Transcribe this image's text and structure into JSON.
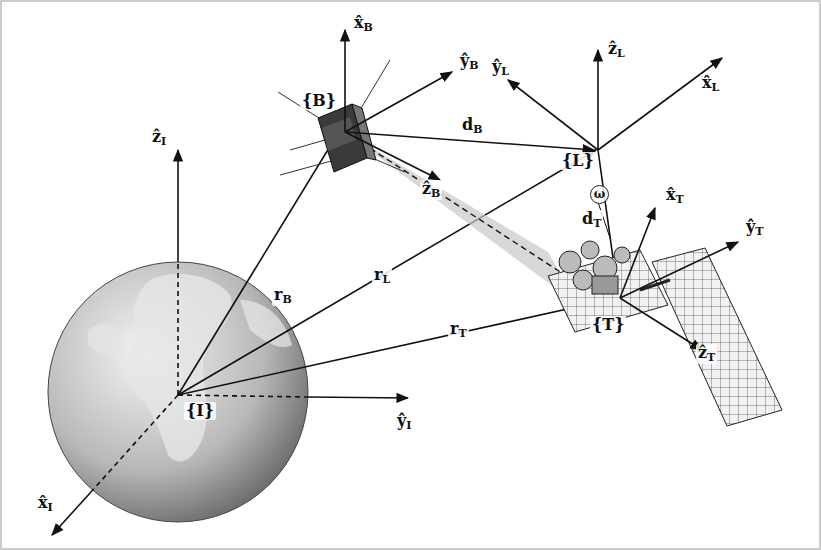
{
  "diagram": {
    "labels": [
      "ẑI",
      "ŷI",
      "x̂I",
      "{I}",
      "rB",
      "rL",
      "rT",
      "x̂B",
      "ŷB",
      "ẑB",
      "{B}",
      "dB",
      "ẑL",
      "ŷL",
      "x̂L",
      "{L}",
      "dT",
      "x̂T",
      "ŷT",
      "ẑT",
      "{T}",
      "ω"
    ]
  }
}
